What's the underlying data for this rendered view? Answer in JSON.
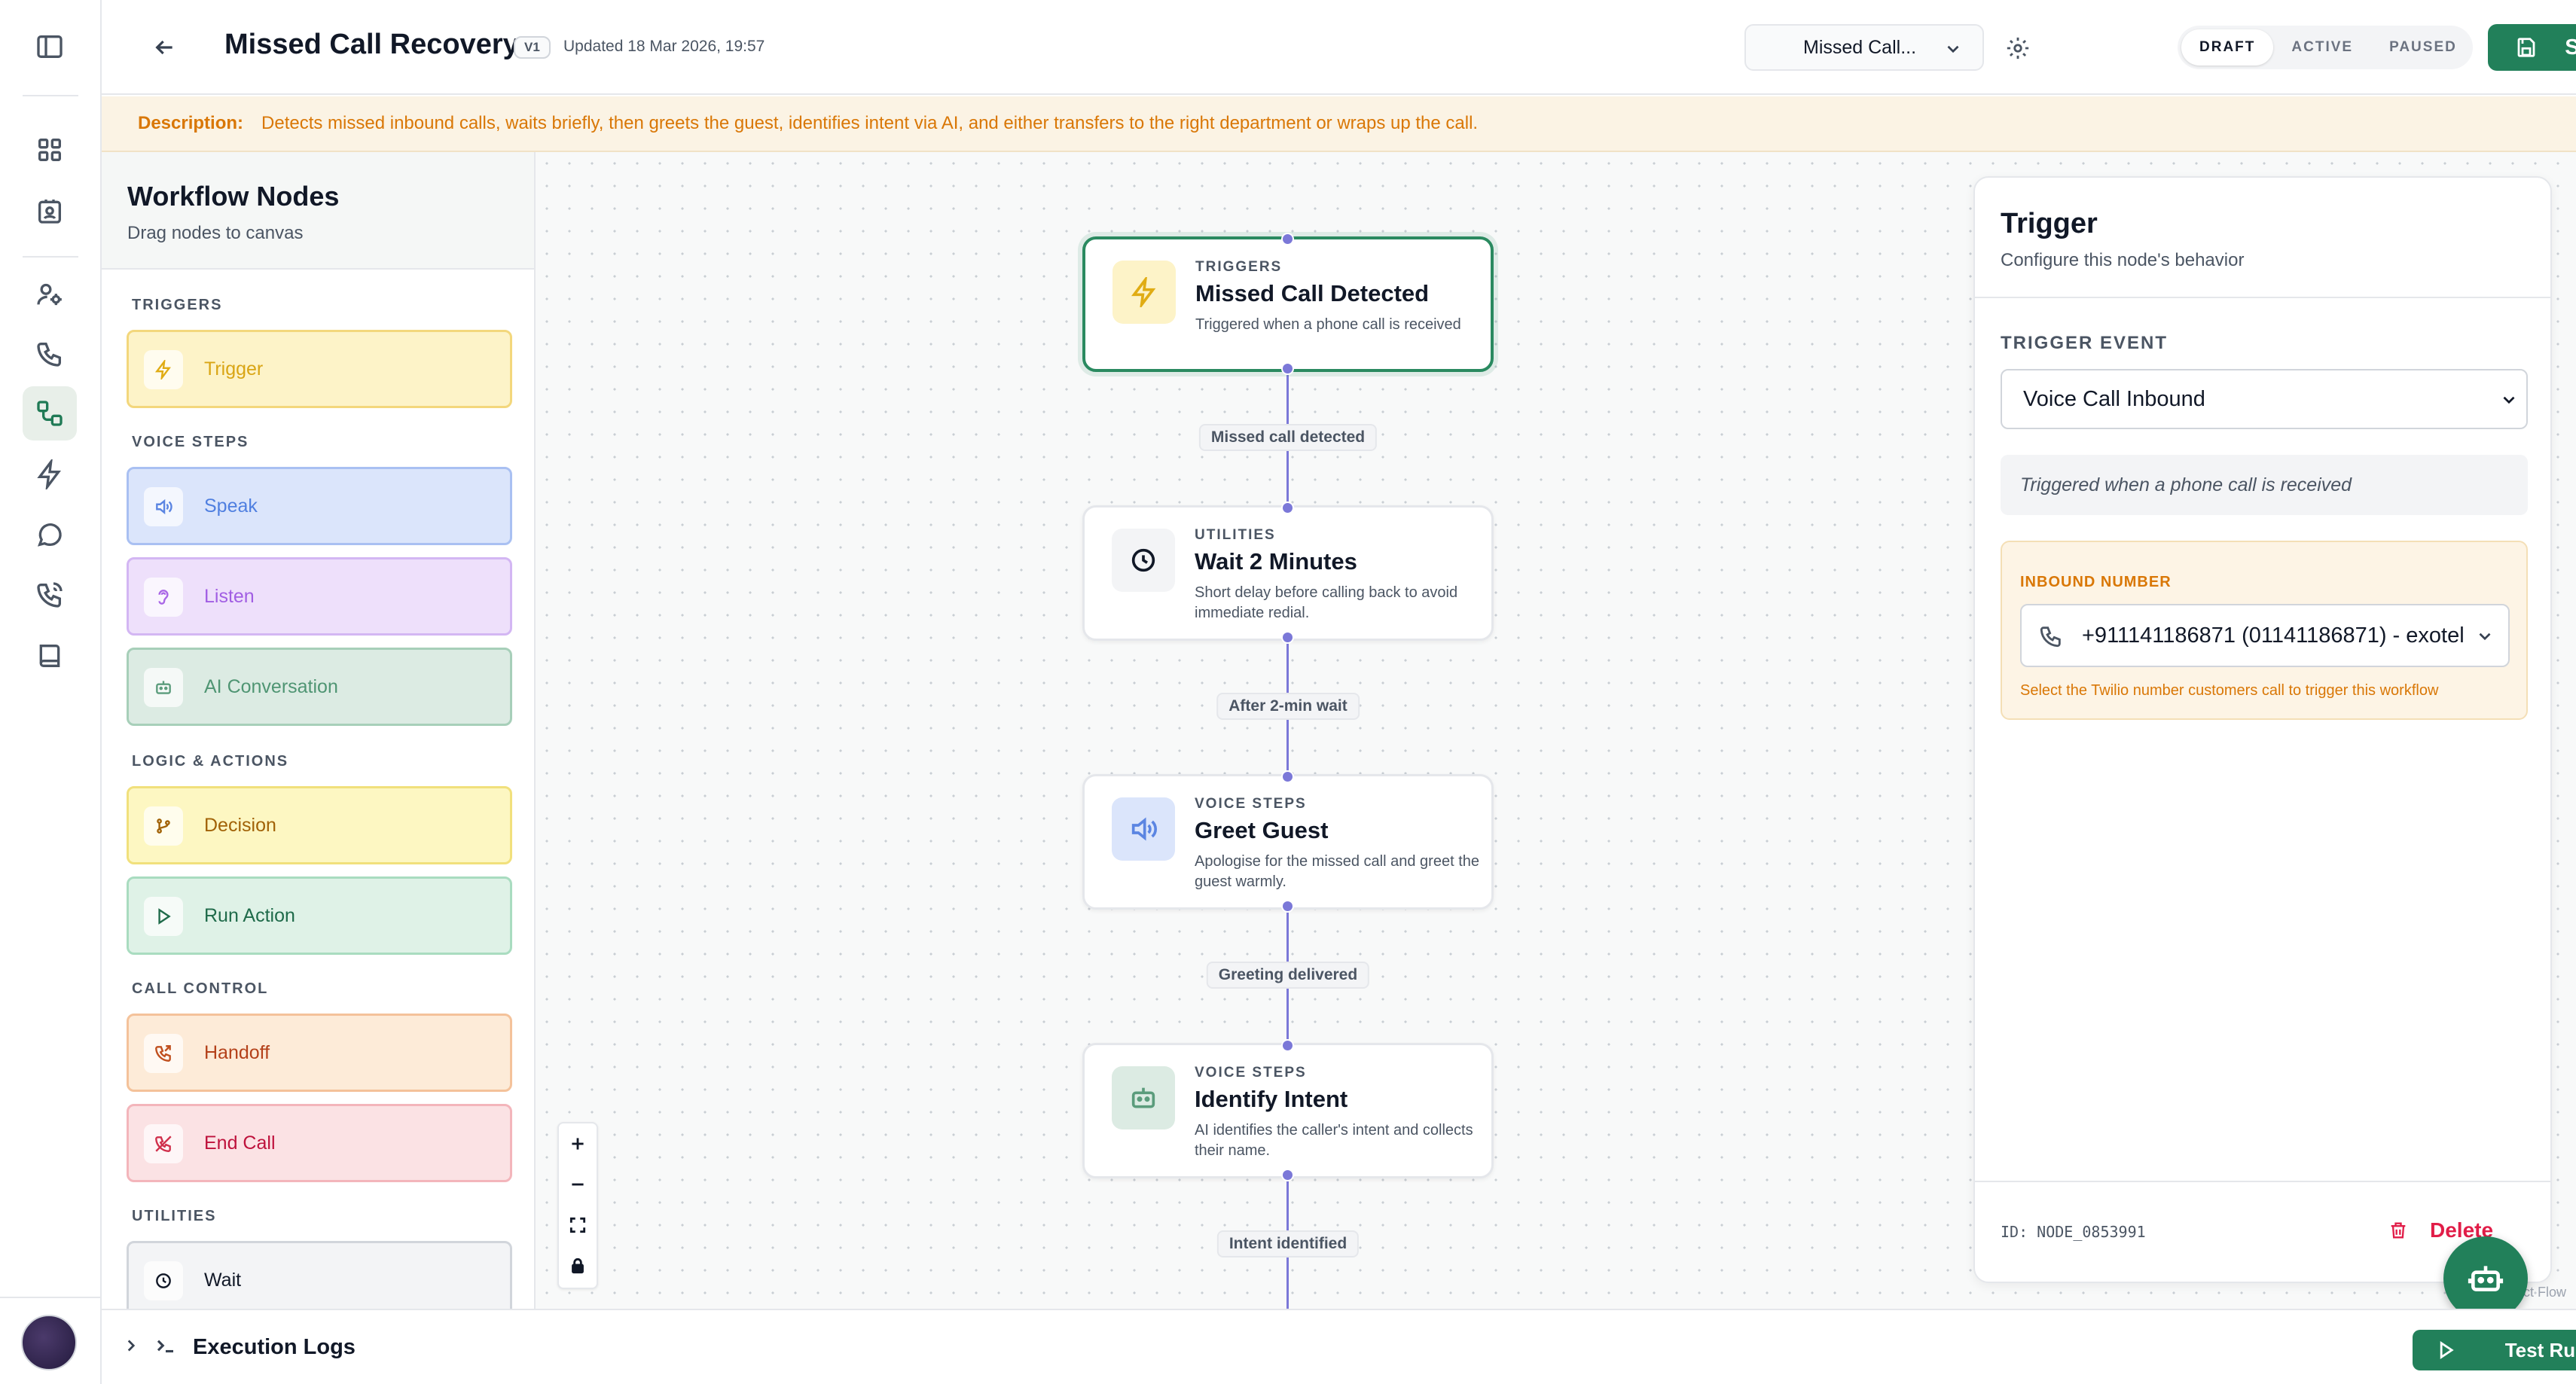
{
  "header": {
    "title": "Missed Call Recovery",
    "version": "V1",
    "updated": "Updated 18 Mar 2026, 19:57",
    "flow_select": "Missed Call...",
    "status": [
      "DRAFT",
      "ACTIVE",
      "PAUSED"
    ],
    "active_status": "DRAFT",
    "save_label": "Save"
  },
  "description": {
    "label": "Description:",
    "text": "Detects missed inbound calls, waits briefly, then greets the guest, identifies intent via AI, and either transfers to the right department or wraps up the call."
  },
  "palette": {
    "title": "Workflow Nodes",
    "subtitle": "Drag nodes to canvas",
    "sections": {
      "triggers": "TRIGGERS",
      "voice": "VOICE STEPS",
      "logic": "LOGIC & ACTIONS",
      "call": "CALL CONTROL",
      "utilities": "UTILITIES"
    },
    "items": {
      "trigger": "Trigger",
      "speak": "Speak",
      "listen": "Listen",
      "ai": "AI Conversation",
      "decision": "Decision",
      "run_action": "Run Action",
      "handoff": "Handoff",
      "end_call": "End Call",
      "wait": "Wait"
    }
  },
  "nodes": [
    {
      "category": "TRIGGERS",
      "title": "Missed Call Detected",
      "desc": "Triggered when a phone call is received"
    },
    {
      "category": "UTILITIES",
      "title": "Wait 2 Minutes",
      "desc": "Short delay before calling back to avoid immediate redial."
    },
    {
      "category": "VOICE STEPS",
      "title": "Greet Guest",
      "desc": "Apologise for the missed call and greet the guest warmly."
    },
    {
      "category": "VOICE STEPS",
      "title": "Identify Intent",
      "desc": "AI identifies the caller's intent and collects their name."
    }
  ],
  "edges": [
    "Missed call detected",
    "After 2-min wait",
    "Greeting delivered",
    "Intent identified"
  ],
  "panel": {
    "title": "Trigger",
    "subtitle": "Configure this node's behavior",
    "event_label": "TRIGGER EVENT",
    "event_value": "Voice Call Inbound",
    "event_hint": "Triggered when a phone call is received",
    "inbound_label": "INBOUND NUMBER",
    "inbound_value": "+911141186871 (01141186871) - exotel",
    "inbound_help": "Select the Twilio number customers call to trigger this workflow",
    "node_id": "ID: NODE_0853991",
    "delete_label": "Delete"
  },
  "canvas": {
    "attribution": "ct Flow"
  },
  "logs": {
    "title": "Execution Logs",
    "test_run": "Test Run"
  },
  "colors": {
    "brand_green": "#22805a",
    "edge": "#7b78d8",
    "description_text": "#d97706"
  }
}
